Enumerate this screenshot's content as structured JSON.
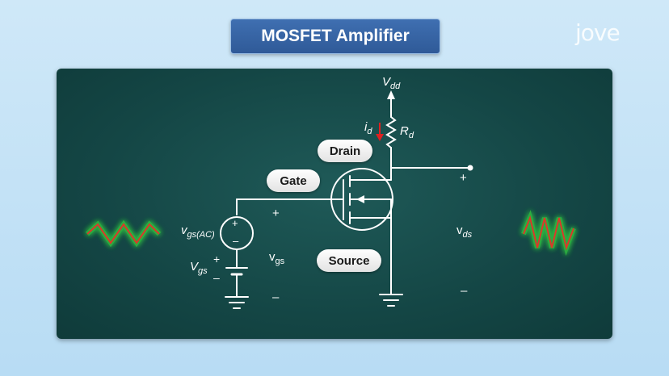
{
  "title": "MOSFET Amplifier",
  "logo": "jove",
  "labels": {
    "drain": "Drain",
    "gate": "Gate",
    "source": "Source"
  },
  "symbols": {
    "vdd": {
      "main": "V",
      "sub": "dd"
    },
    "id": {
      "main": "i",
      "sub": "d"
    },
    "rd": {
      "main": "R",
      "sub": "d"
    },
    "vgs_ac": {
      "main": "v",
      "sub": "gs(AC)"
    },
    "vgs_dc": {
      "main": "V",
      "sub": "gs"
    },
    "vgs_small": {
      "main": "v",
      "sub": "gs"
    },
    "vds": {
      "main": "v",
      "sub": "ds"
    }
  },
  "polarity": {
    "plus": "+",
    "minus": "–"
  },
  "colors": {
    "panel": "#144645",
    "wire": "#ffffff",
    "current_arrow": "#e02020",
    "wave": "#d93a2a",
    "wave_glow": "#3cff3c",
    "title_bg": "#3a68aa"
  }
}
